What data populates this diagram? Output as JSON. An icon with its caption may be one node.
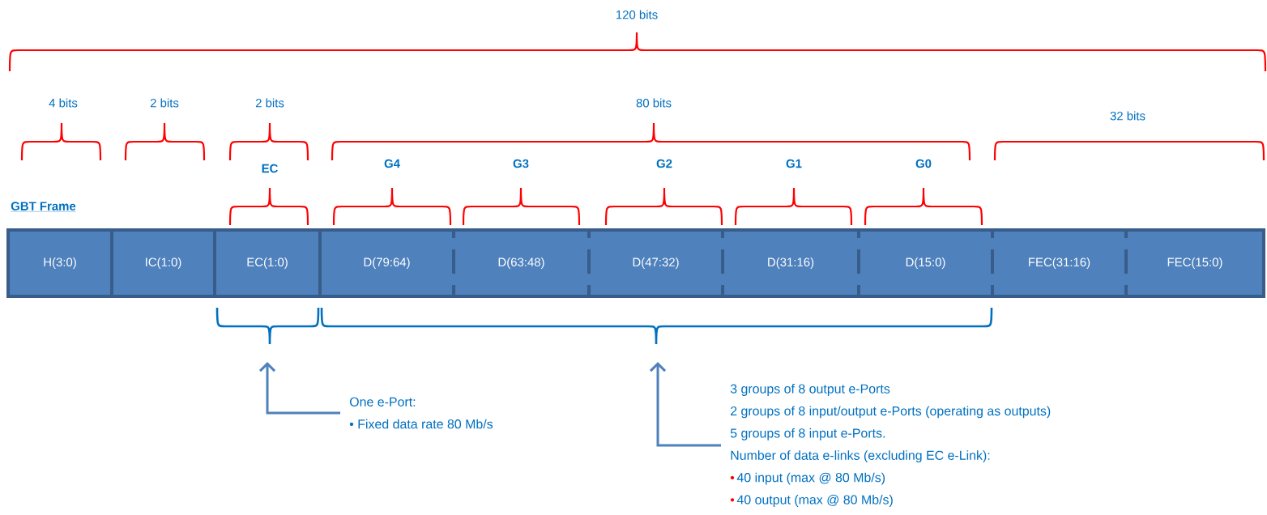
{
  "diagram": {
    "nodes": [
      {
        "text": [
          "GBT Frame"
        ]
      },
      {
        "text": [
          "H(3:0)"
        ],
        "in": 0
      },
      {
        "text": [
          "IC(1:0)"
        ],
        "in": 0
      },
      {
        "text": [
          "EC(1:0)"
        ],
        "in": 0
      },
      {
        "text": [
          "D(79:64)"
        ],
        "in": 0
      },
      {
        "text": [
          "D(63:48)"
        ],
        "in": 0
      },
      {
        "text": [
          "D(47:32)"
        ],
        "in": 0
      },
      {
        "text": [
          "D(31:16)"
        ],
        "in": 0
      },
      {
        "text": [
          "D(15:0)"
        ],
        "in": 0
      },
      {
        "text": [
          "FEC(31:16)"
        ],
        "in": 0
      },
      {
        "text": [
          "FEC(15:0)"
        ],
        "in": 0
      },
      {
        "text": [
          "One e-Port:",
          "• Fixed data rate 80 Mb/s"
        ]
      },
      {
        "text": [
          "3 groups of 8 output e-Ports",
          "2 groups of 8 input/output e-Ports (operating as outputs)",
          "5 groups of 8 input e-Ports.",
          "Number of data e-links (excluding EC e-Link):",
          "•",
          "40 input (max @ 80 Mb/s)",
          "•",
          "40 output (max @ 80 Mb/s)"
        ]
      }
    ],
    "edges": [
      {
        "from": 11,
        "to": null,
        "arrow": "to"
      },
      {
        "from": 12,
        "to": null,
        "arrow": "to"
      }
    ],
    "labels": [
      "120 bits",
      "4 bits",
      "2 bits",
      "2 bits",
      "80 bits",
      "32 bits",
      "EC",
      "G4",
      "G3",
      "G2",
      "G1",
      "G0"
    ]
  }
}
